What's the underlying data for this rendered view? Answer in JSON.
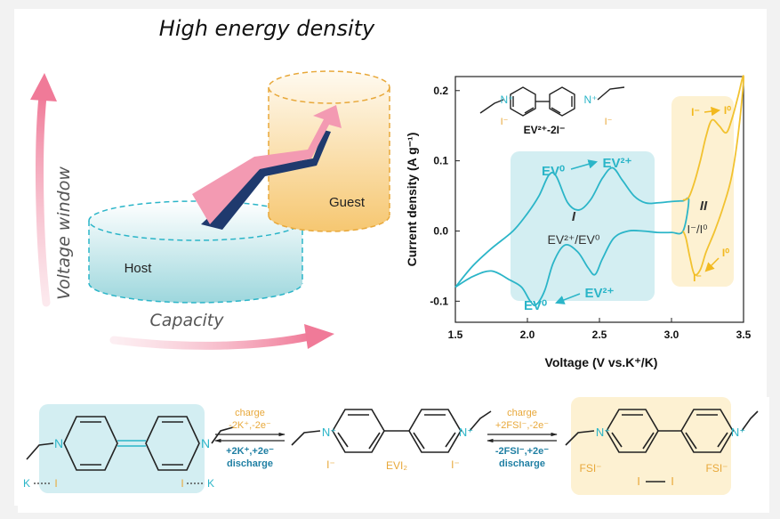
{
  "colors": {
    "cyan": "#2bb5c8",
    "orange": "#e8a83a",
    "yellow_line": "#f2c230",
    "pink": "#f07a98",
    "navy": "#1f3a6e",
    "cyan_panel": "#d3eef2",
    "yellow_panel": "#fdf1d2"
  },
  "concept": {
    "title": "High energy density",
    "y_axis": "Voltage window",
    "x_axis": "Capacity",
    "host": "Host",
    "guest": "Guest"
  },
  "molecule_top": {
    "label": "EV²⁺-2I⁻",
    "n_plus": "N⁺",
    "counter_left": "I⁻",
    "counter_right": "I⁻"
  },
  "chart_data": {
    "type": "line",
    "xlabel": "Voltage (V vs.K⁺/K)",
    "ylabel": "Current density (A g⁻¹)",
    "xlim": [
      1.5,
      3.5
    ],
    "ylim": [
      -0.13,
      0.22
    ],
    "xticks": [
      "1.5",
      "2.0",
      "2.5",
      "3.0",
      "3.5"
    ],
    "yticks": [
      "0.2",
      "0.1",
      "0.0",
      "-0.1"
    ],
    "x_tick_values": [
      1.5,
      2.0,
      2.5,
      3.0,
      3.5
    ],
    "y_tick_values": [
      0.2,
      0.1,
      0.0,
      -0.1
    ],
    "grid": false,
    "series": [
      {
        "segment": "EV-region",
        "color": "#2bb5c8",
        "x": [
          1.5,
          1.62,
          1.75,
          1.9,
          2.0,
          2.08,
          2.15,
          2.2,
          2.28,
          2.36,
          2.44,
          2.52,
          2.59,
          2.66,
          2.74,
          2.82,
          2.9,
          3.0,
          3.08,
          3.12,
          3.08,
          3.0,
          2.9,
          2.8,
          2.7,
          2.6,
          2.52,
          2.47,
          2.42,
          2.35,
          2.26,
          2.18,
          2.12,
          2.06,
          2.02,
          1.96,
          1.88,
          1.75,
          1.62,
          1.5
        ],
        "y": [
          -0.08,
          -0.05,
          -0.025,
          0.0,
          0.025,
          0.05,
          0.08,
          0.078,
          0.04,
          0.03,
          0.045,
          0.075,
          0.09,
          0.072,
          0.05,
          0.04,
          0.04,
          0.042,
          0.043,
          0.044,
          0.0,
          -0.002,
          -0.002,
          0.0,
          0.0,
          -0.01,
          -0.04,
          -0.062,
          -0.052,
          -0.03,
          -0.02,
          -0.045,
          -0.085,
          -0.105,
          -0.1,
          -0.08,
          -0.07,
          -0.057,
          -0.065,
          -0.08
        ]
      },
      {
        "segment": "I-region",
        "color": "#f2c230",
        "x": [
          3.08,
          3.12,
          3.16,
          3.2,
          3.24,
          3.28,
          3.33,
          3.38,
          3.42,
          3.46,
          3.5,
          3.47,
          3.42,
          3.36,
          3.3,
          3.24,
          3.2,
          3.16,
          3.13,
          3.1,
          3.08
        ],
        "y": [
          0.044,
          0.048,
          0.07,
          0.1,
          0.135,
          0.158,
          0.15,
          0.14,
          0.16,
          0.19,
          0.22,
          0.15,
          0.08,
          0.035,
          0.0,
          -0.03,
          -0.055,
          -0.062,
          -0.04,
          -0.01,
          0.0
        ]
      }
    ],
    "annotations": {
      "ev_ox": "EV⁰",
      "ev_ox_to": "EV²⁺",
      "region_I": "I",
      "region_I_label": "EV²⁺/EV⁰",
      "ev_red_to": "EV⁰",
      "ev_red": "EV²⁺",
      "region_II": "II",
      "region_II_label": "I⁻/I⁰",
      "i_top_from": "I⁻",
      "i_top_to": "I⁰",
      "i_bot_from": "I⁰",
      "i_bot_to": "I⁻"
    }
  },
  "reaction": {
    "step1_top": "charge",
    "step1_top2": "-2K⁺,-2e⁻",
    "step1_bottom": "+2K⁺,+2e⁻",
    "step1_bottom2": "discharge",
    "step2_top": "charge",
    "step2_top2": "+2FSI⁻,-2e⁻",
    "step2_bottom": "-2FSI⁻,+2e⁻",
    "step2_bottom2": "discharge",
    "mol1_n_left": "N",
    "mol1_n_right": "N",
    "mol1_k_left": "K",
    "mol1_i_left": "I",
    "mol1_i_right": "I",
    "mol1_k_right": "K",
    "mol2_n_left": "N⁺",
    "mol2_n_right": "N⁺",
    "mol2_counter_left": "I⁻",
    "mol2_counter_right": "I⁻",
    "mol2_label": "EVI₂",
    "mol3_n_left": "N⁺",
    "mol3_n_right": "N⁺",
    "mol3_fsi_left": "FSI⁻",
    "mol3_fsi_right": "FSI⁻",
    "mol3_i_left": "I",
    "mol3_i_right": "I"
  }
}
